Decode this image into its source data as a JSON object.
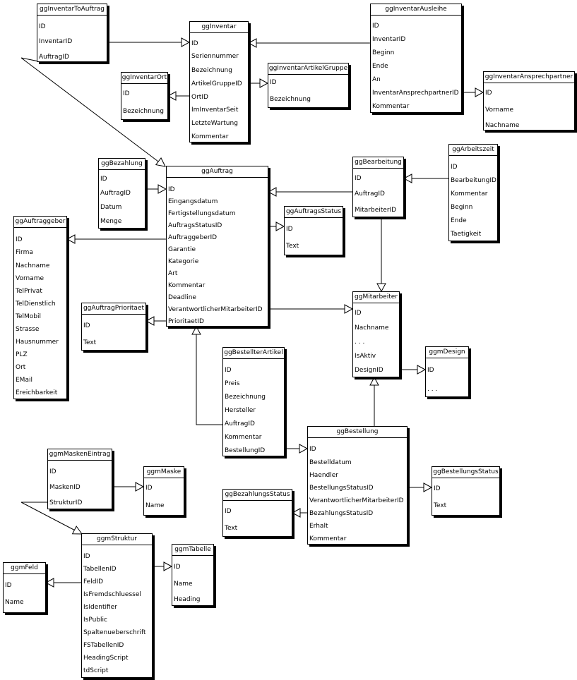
{
  "entities": {
    "ggInventarToAuftrag": {
      "title": "ggInventarToAuftrag",
      "attributes": [
        "ID",
        "InventarID",
        "AuftragID"
      ]
    },
    "ggInventar": {
      "title": "ggInventar",
      "attributes": [
        "ID",
        "Seriennummer",
        "Bezeichnung",
        "ArtikelGruppeID",
        "OrtID",
        "ImInventarSeit",
        "LetzteWartung",
        "Kommentar"
      ]
    },
    "ggInventarAusleihe": {
      "title": "ggInventarAusleihe",
      "attributes": [
        "ID",
        "InventarID",
        "Beginn",
        "Ende",
        "An",
        "InventarAnsprechpartnerID",
        "Kommentar"
      ]
    },
    "ggInventarOrt": {
      "title": "ggInventarOrt",
      "attributes": [
        "ID",
        "Bezeichnung"
      ]
    },
    "ggInventarArtikelGruppe": {
      "title": "ggInventarArtikelGruppe",
      "attributes": [
        "ID",
        "Bezeichnung"
      ]
    },
    "ggInventarAnsprechpartner": {
      "title": "ggInventarAnsprechpartner",
      "attributes": [
        "ID",
        "Vorname",
        "Nachname"
      ]
    },
    "ggBezahlung": {
      "title": "ggBezahlung",
      "attributes": [
        "ID",
        "AuftragID",
        "Datum",
        "Menge"
      ]
    },
    "ggAuftrag": {
      "title": "ggAuftrag",
      "attributes": [
        "ID",
        "Eingangsdatum",
        "Fertigstellungsdatum",
        "AuftragsStatusID",
        "AuftraggeberID",
        "Garantie",
        "Kategorie",
        "Art",
        "Kommentar",
        "Deadline",
        "VerantwortlicherMitarbeiterID",
        "PrioritaetID"
      ]
    },
    "ggBearbeitung": {
      "title": "ggBearbeitung",
      "attributes": [
        "ID",
        "AuftragID",
        "MitarbeiterID"
      ]
    },
    "ggArbeitszeit": {
      "title": "ggArbeitszeit",
      "attributes": [
        "ID",
        "BearbeitungID",
        "Kommentar",
        "Beginn",
        "Ende",
        "Taetigkeit"
      ]
    },
    "ggAuftragsStatus": {
      "title": "ggAuftragsStatus",
      "attributes": [
        "ID",
        "Text"
      ]
    },
    "ggAuftraggeber": {
      "title": "ggAuftraggeber",
      "attributes": [
        "ID",
        "Firma",
        "Nachname",
        "Vorname",
        "TelPrivat",
        "TelDienstlich",
        "TelMobil",
        "Strasse",
        "Hausnummer",
        "PLZ",
        "Ort",
        "EMail",
        "Ereichbarkeit"
      ]
    },
    "ggAuftragPrioritaet": {
      "title": "ggAuftragPrioritaet",
      "attributes": [
        "ID",
        "Text"
      ]
    },
    "ggMitarbeiter": {
      "title": "ggMitarbeiter",
      "attributes": [
        "ID",
        "Nachname",
        ". . .",
        "IsAktiv",
        "DesignID"
      ]
    },
    "ggBestellterArtikel": {
      "title": "ggBestellterArtikel",
      "attributes": [
        "ID",
        "Preis",
        "Bezeichnung",
        "Hersteller",
        "AuftragID",
        "Kommentar",
        "BestellungID"
      ]
    },
    "ggmDesign": {
      "title": "ggmDesign",
      "attributes": [
        "ID",
        ". . ."
      ]
    },
    "ggmMaskenEintrag": {
      "title": "ggmMaskenEintrag",
      "attributes": [
        "ID",
        "MaskenID",
        "StrukturID"
      ]
    },
    "ggmMaske": {
      "title": "ggmMaske",
      "attributes": [
        "ID",
        "Name"
      ]
    },
    "ggBestellung": {
      "title": "ggBestellung",
      "attributes": [
        "ID",
        "Bestelldatum",
        "Haendler",
        "BestellungsStatusID",
        "VerantwortlicherMitarbeiterID",
        "BezahlungsStatusID",
        "Erhalt",
        "Kommentar"
      ]
    },
    "ggBestellungsStatus": {
      "title": "ggBestellungsStatus",
      "attributes": [
        "ID",
        "Text"
      ]
    },
    "ggBezahlungsStatus": {
      "title": "ggBezahlungsStatus",
      "attributes": [
        "ID",
        "Text"
      ]
    },
    "ggmStruktur": {
      "title": "ggmStruktur",
      "attributes": [
        "ID",
        "TabellenID",
        "FeldID",
        "IsFremdschluessel",
        "IsIdentifier",
        "IsPublic",
        "Spaltenueberschrift",
        "FSTabellenID",
        "HeadingScript",
        "tdScript"
      ]
    },
    "ggmTabelle": {
      "title": "ggmTabelle",
      "attributes": [
        "ID",
        "Name",
        "Heading"
      ]
    },
    "ggmFeld": {
      "title": "ggmFeld",
      "attributes": [
        "ID",
        "Name"
      ]
    }
  },
  "relations": [
    {
      "from": "ggInventarToAuftrag",
      "to": "ggInventar"
    },
    {
      "from": "ggInventarToAuftrag",
      "to": "ggAuftrag"
    },
    {
      "from": "ggInventarAusleihe",
      "to": "ggInventar"
    },
    {
      "from": "ggInventar",
      "to": "ggInventarOrt"
    },
    {
      "from": "ggInventar",
      "to": "ggInventarArtikelGruppe"
    },
    {
      "from": "ggInventarAusleihe",
      "to": "ggInventarAnsprechpartner"
    },
    {
      "from": "ggBezahlung",
      "to": "ggAuftrag"
    },
    {
      "from": "ggBearbeitung",
      "to": "ggAuftrag"
    },
    {
      "from": "ggArbeitszeit",
      "to": "ggBearbeitung"
    },
    {
      "from": "ggAuftrag",
      "to": "ggAuftragsStatus"
    },
    {
      "from": "ggAuftrag",
      "to": "ggAuftraggeber"
    },
    {
      "from": "ggAuftrag",
      "to": "ggAuftragPrioritaet"
    },
    {
      "from": "ggAuftrag",
      "to": "ggMitarbeiter"
    },
    {
      "from": "ggBearbeitung",
      "to": "ggMitarbeiter"
    },
    {
      "from": "ggMitarbeiter",
      "to": "ggmDesign"
    },
    {
      "from": "ggBestellterArtikel",
      "to": "ggAuftrag"
    },
    {
      "from": "ggBestellterArtikel",
      "to": "ggBestellung"
    },
    {
      "from": "ggBestellung",
      "to": "ggMitarbeiter"
    },
    {
      "from": "ggBestellung",
      "to": "ggBestellungsStatus"
    },
    {
      "from": "ggBestellung",
      "to": "ggBezahlungsStatus"
    },
    {
      "from": "ggmMaskenEintrag",
      "to": "ggmMaske"
    },
    {
      "from": "ggmMaskenEintrag",
      "to": "ggmStruktur"
    },
    {
      "from": "ggmStruktur",
      "to": "ggmTabelle"
    },
    {
      "from": "ggmStruktur",
      "to": "ggmFeld"
    }
  ]
}
